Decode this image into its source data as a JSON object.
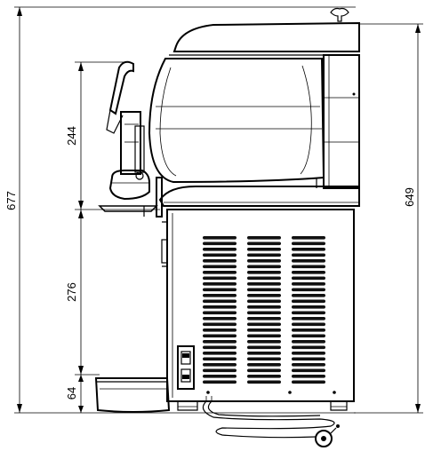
{
  "dimensions": {
    "total_height": "677",
    "body_height": "649",
    "tap_clearance": "244",
    "stand_height": "276",
    "tray_height": "64"
  },
  "colors": {
    "line": "#000000",
    "background": "#ffffff",
    "hopper_fill": "#f4f4f4"
  }
}
